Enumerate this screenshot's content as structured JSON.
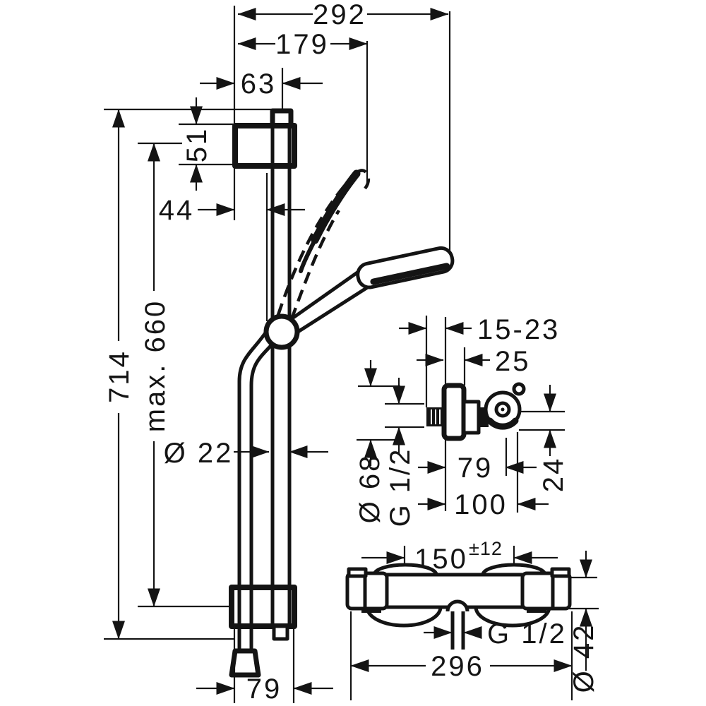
{
  "drawing": {
    "type": "technical-dimension-drawing",
    "subject": "shower set with slide bar, hand shower, wall union and thermostatic mixer",
    "line_color": "#141414",
    "background_color": "#ffffff"
  },
  "views": {
    "shower_set": {
      "dims": {
        "overall_width": "292",
        "head_width": "179",
        "bracket_offset": "63",
        "bracket_height": "51",
        "bar_offset": "44",
        "overall_height": "714",
        "max_height": "max. 660",
        "bar_diameter": "Ø 22",
        "bottom_offset": "79"
      }
    },
    "wall_union": {
      "dims": {
        "depth_range": "15-23",
        "escutcheon_depth": "25",
        "escutcheon_diameter": "Ø 68",
        "thread": "G 1/2",
        "projection_short": "79",
        "projection_long": "100",
        "axis_offset": "24"
      }
    },
    "mixer": {
      "dims": {
        "center_distance": "150",
        "center_tolerance": "±12",
        "outlet_thread": "G 1/2",
        "overall_width": "296",
        "body_diameter": "Ø 42"
      }
    }
  }
}
